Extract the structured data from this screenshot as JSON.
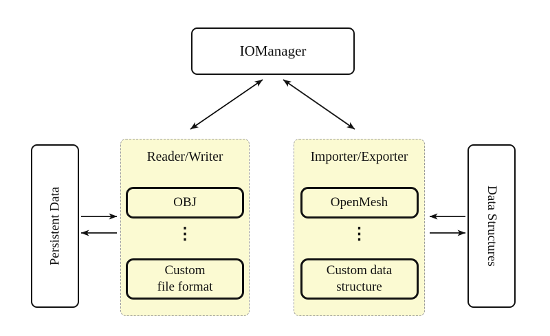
{
  "colors": {
    "group_fill": "#fbfad2",
    "group_border": "#9a9a9a",
    "line": "#111111",
    "node_fill": "#ffffff"
  },
  "nodes": {
    "iomanager": {
      "label": "IOManager"
    },
    "persistent_data": {
      "label": "Persistent Data"
    },
    "data_structures": {
      "label": "Data Structures"
    },
    "reader_writer": {
      "title": "Reader/Writer",
      "items": {
        "first": "OBJ",
        "ellipsis": "⋮",
        "last_lines": [
          "Custom",
          "file format"
        ]
      }
    },
    "importer_exporter": {
      "title": "Importer/Exporter",
      "items": {
        "first": "OpenMesh",
        "ellipsis": "⋮",
        "last_lines": [
          "Custom data",
          "structure"
        ]
      }
    }
  },
  "edges": [
    {
      "from": "iomanager",
      "to": "reader_writer",
      "direction": "both"
    },
    {
      "from": "iomanager",
      "to": "importer_exporter",
      "direction": "both"
    },
    {
      "from": "persistent_data",
      "to": "reader_writer",
      "direction": "forward"
    },
    {
      "from": "reader_writer",
      "to": "persistent_data",
      "direction": "forward"
    },
    {
      "from": "data_structures",
      "to": "importer_exporter",
      "direction": "forward"
    },
    {
      "from": "importer_exporter",
      "to": "data_structures",
      "direction": "forward"
    }
  ]
}
